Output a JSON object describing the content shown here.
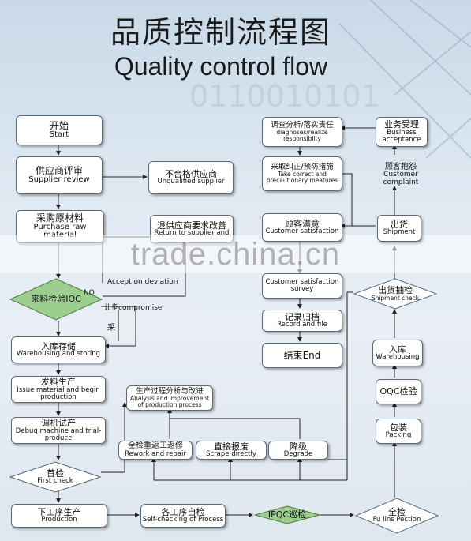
{
  "title": {
    "zh": "品质控制流程图",
    "en": "Quality control flow"
  },
  "watermark": "trade.china.cn",
  "nodes": {
    "start": {
      "zh": "开始",
      "en": "Start"
    },
    "supplier_review": {
      "zh": "供应商评审",
      "en": "Supplier review"
    },
    "unqualified_supplier": {
      "zh": "不合格供应商",
      "en": "Unqualified supplier"
    },
    "purchase": {
      "zh": "采购原材料",
      "en": "Purchase raw material"
    },
    "return_supplier": {
      "zh": "退供应商要求改善",
      "en": "Return to supplier and"
    },
    "accept_deviation": {
      "en": "Accept on deviation"
    },
    "iqc": {
      "zh": "来料检验IQC"
    },
    "warehousing_storing": {
      "zh": "入库存储",
      "en": "Warehousing and storing"
    },
    "issue_material": {
      "zh": "发料生产",
      "en": "Issue material and begin production"
    },
    "debug_machine": {
      "zh": "调机试产",
      "en": "Debug machine and trial-produce"
    },
    "first_check": {
      "zh": "首检",
      "en": "First check"
    },
    "next_production": {
      "zh": "下工序生产",
      "en": "Production"
    },
    "self_checking": {
      "zh": "各工序自检",
      "en": "Self-checking of Process"
    },
    "ipqc": {
      "zh": "IPQC巡检"
    },
    "full_inspection": {
      "zh": "全检",
      "en": "Fu lins Pection"
    },
    "rework": {
      "zh": "全检重返工返修",
      "en": "Rework and repair"
    },
    "scrape": {
      "zh": "直接报废",
      "en": "Scrape directly"
    },
    "degrade": {
      "zh": "降级",
      "en": "Degrade"
    },
    "analysis": {
      "zh": "生产过程分析与改进",
      "en": "Analysis and improvement of production process"
    },
    "packing": {
      "zh": "包装",
      "en": "Packing"
    },
    "oqc": {
      "zh": "OQC检验"
    },
    "warehousing": {
      "zh": "入库",
      "en": "Warehousing"
    },
    "shipment_check": {
      "zh": "出货抽检",
      "en": "Shipment check"
    },
    "shipment": {
      "zh": "出货",
      "en": "Shipment"
    },
    "complaint": {
      "zh": "顾客抱怨",
      "en": "Customer complaint"
    },
    "business": {
      "zh": "业务受理",
      "en": "Business acceptance"
    },
    "diagnoses": {
      "zh": "调查分析/落实责任",
      "en": "diagnoses/realize responsibilty"
    },
    "corrective": {
      "zh": "采取纠正/预防措施",
      "en": "Take correct and precautionary meatures"
    },
    "satisfaction": {
      "zh": "顾客满意",
      "en": "Customer satisfaction"
    },
    "survey": {
      "en": "Customer satisfaction survey"
    },
    "record": {
      "zh": "记录归档",
      "en": "Record and file"
    },
    "end": {
      "zh": "结束End"
    }
  },
  "labels": {
    "no": "NO",
    "compromise": "让步compromise",
    "adopt": "采"
  }
}
